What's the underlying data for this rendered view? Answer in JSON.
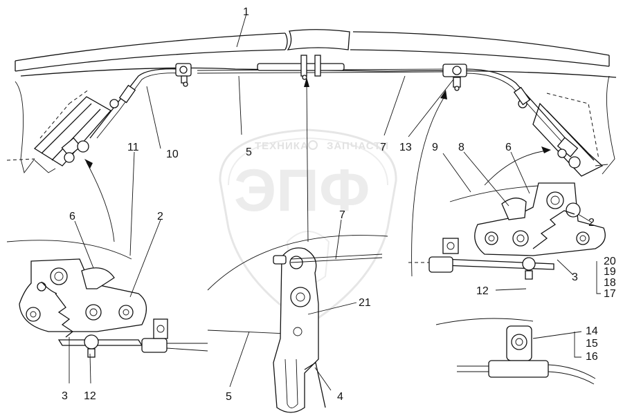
{
  "watermark": {
    "left_word": "ТЕХНИКА",
    "right_word": "ЗАПЧАСТИ",
    "logo_text": "ЭПФ"
  },
  "callouts": {
    "c1": "1",
    "c2_left": "2",
    "c2_right": "2",
    "c3_left": "3",
    "c3_right": "3",
    "c4": "4",
    "c5_top": "5",
    "c5_bottom": "5",
    "c6_left": "6",
    "c6_right": "6",
    "c7_top": "7",
    "c7_mid": "7",
    "c8": "8",
    "c9": "9",
    "c10": "10",
    "c11": "11",
    "c12_left": "12",
    "c12_right": "12",
    "c13": "13",
    "c14": "14",
    "c15": "15",
    "c16": "16",
    "c17": "17",
    "c18": "18",
    "c19": "19",
    "c20": "20",
    "c21": "21"
  }
}
